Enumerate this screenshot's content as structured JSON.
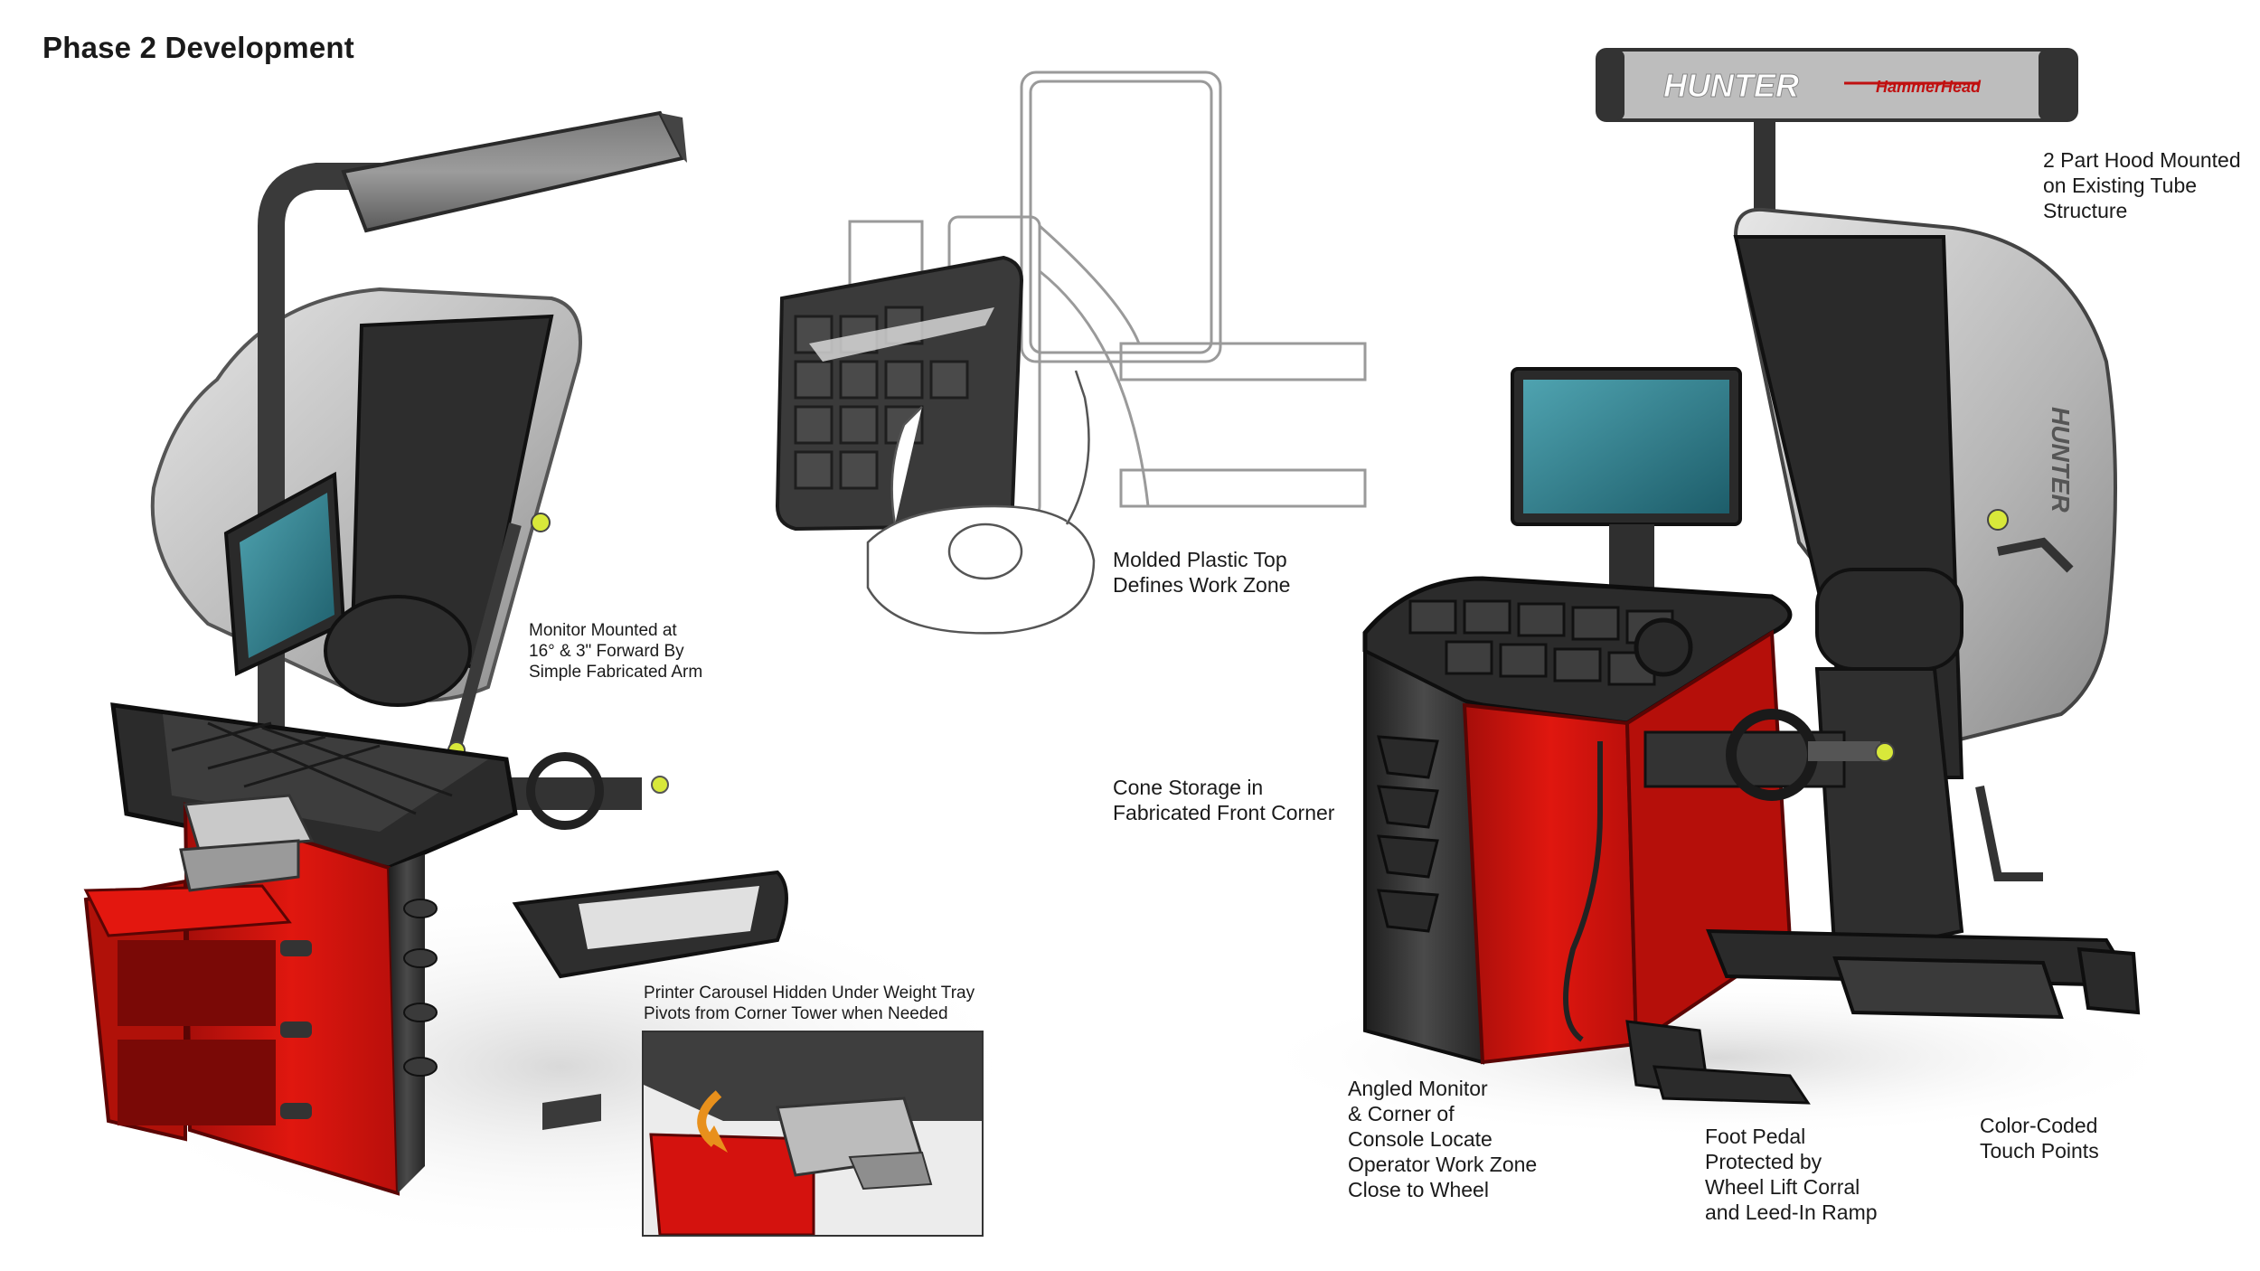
{
  "title": "Phase 2 Development",
  "brand": {
    "logo_text": "HUNTER",
    "sublogo_text": "HammerHead",
    "hood_text": "HUNTER"
  },
  "colors": {
    "cabinet_red": "#d4120e",
    "dark_red": "#8e0b08",
    "console_black": "#2b2b2b",
    "graphite": "#4a4a4a",
    "hood_silver": "#c9c9c9",
    "screen_teal": "#2e7f8f",
    "touch_yellow": "#d8e83a",
    "arrow_orange": "#e8901c"
  },
  "annotations": {
    "monitor": "Monitor Mounted at\n16° & 3\" Forward By\nSimple Fabricated Arm",
    "printer": "Printer Carousel Hidden Under Weight Tray\nPivots from Corner Tower when Needed",
    "plastic_top": "Molded Plastic Top\nDefines Work Zone",
    "cone_storage": "Cone Storage in\nFabricated Front Corner",
    "hood": "2 Part Hood Mounted\non Existing Tube\nStructure",
    "angled_monitor": "Angled Monitor\n& Corner of\nConsole Locate\nOperator Work Zone\nClose to Wheel",
    "foot_pedal": "Foot Pedal\nProtected by\nWheel Lift Corral\nand Leed-In Ramp",
    "touch_points": "Color-Coded\nTouch Points"
  }
}
